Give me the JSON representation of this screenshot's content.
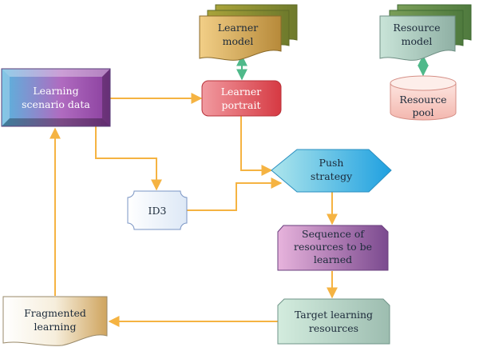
{
  "nodes": {
    "learner_model": [
      "Learner",
      "model"
    ],
    "resource_model": [
      "Resource",
      "model"
    ],
    "resource_pool": [
      "Resource",
      "pool"
    ],
    "learning_scenario_data": [
      "Learning",
      "scenario data"
    ],
    "learner_portrait": [
      "Learner",
      "portrait"
    ],
    "push_strategy": [
      "Push",
      "strategy"
    ],
    "id3": [
      "ID3"
    ],
    "sequence_of_resources": [
      "Sequence of",
      "resources to be",
      "learned"
    ],
    "target_learning_resources": [
      "Target learning",
      "resources"
    ],
    "fragmented_learning": [
      "Fragmented",
      "learning"
    ]
  },
  "colors": {
    "arrow": "#f5b342",
    "bidirectional_arrow": "#4fb98a"
  }
}
